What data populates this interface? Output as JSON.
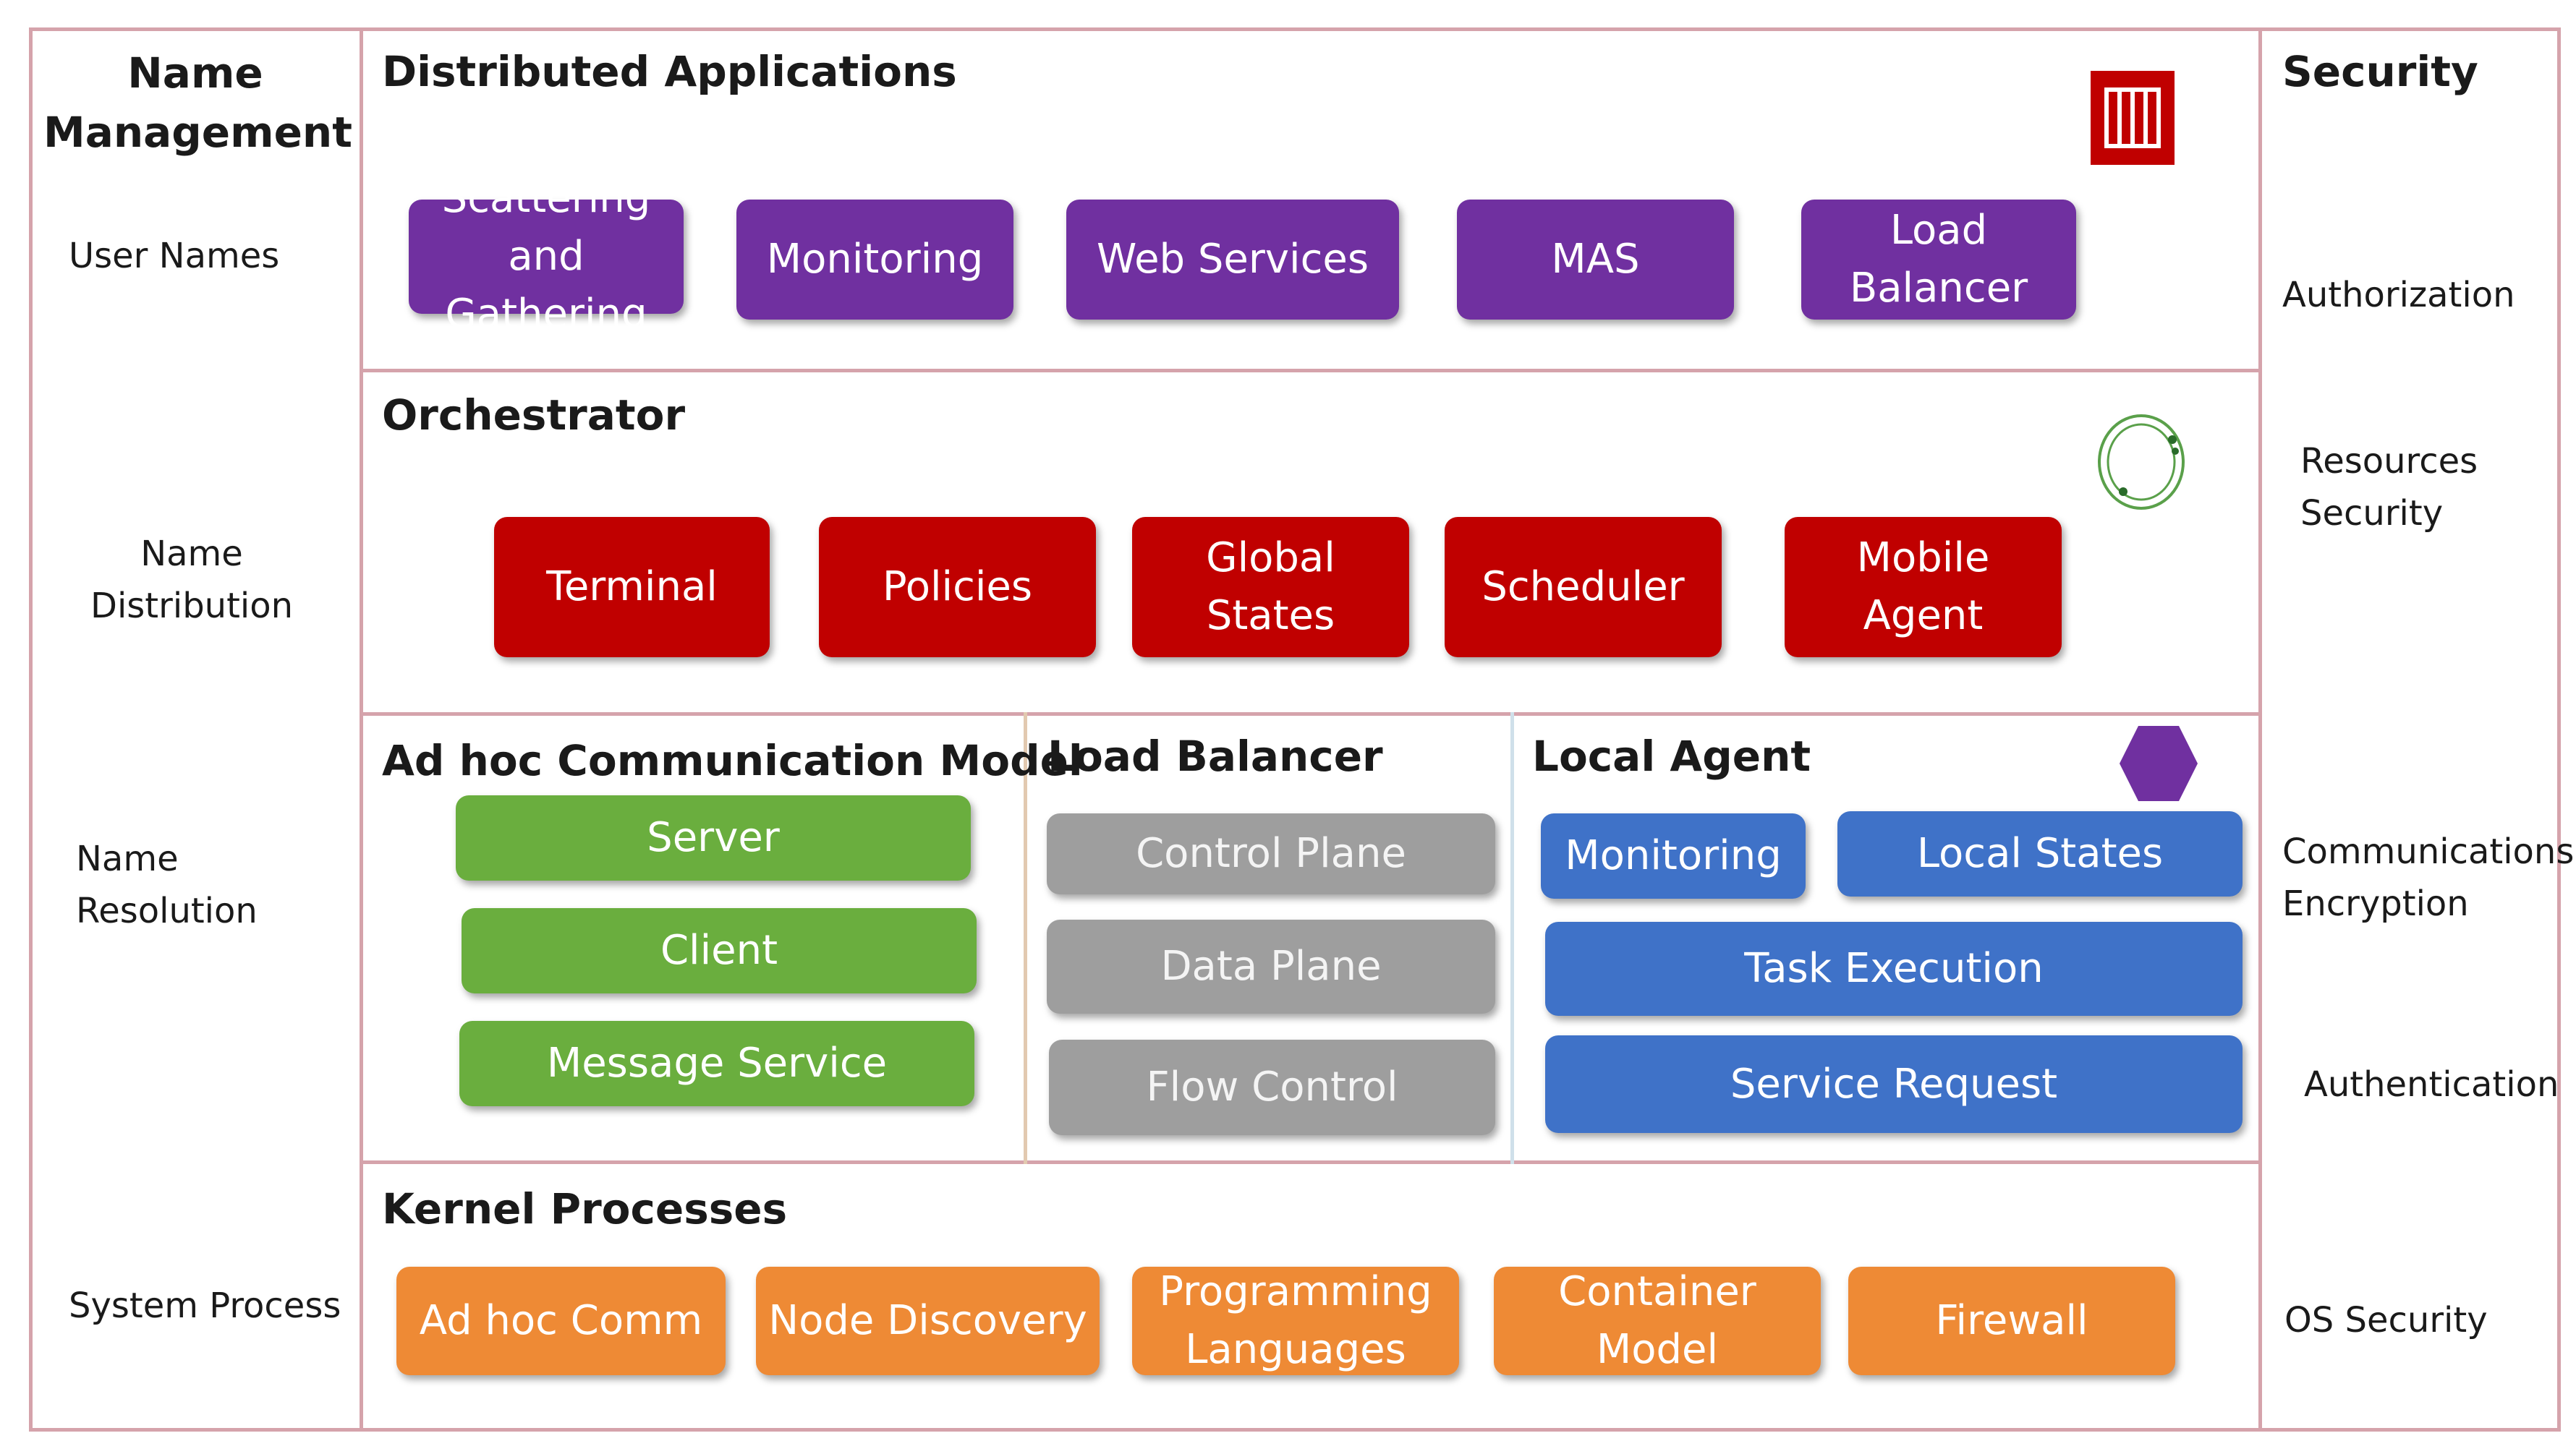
{
  "name_management": {
    "title": "Name\nManagement",
    "items": [
      "User Names",
      "Name\nDistribution",
      "Name\nResolution",
      "System Process"
    ]
  },
  "security": {
    "title": "Security",
    "items": [
      "Authorization",
      "Resources\nSecurity",
      "Communications\nEncryption",
      "Authentication",
      "OS Security"
    ]
  },
  "distributed_applications": {
    "title": "Distributed Applications",
    "icon": "columns-icon",
    "items": [
      "Scattering and\nGathering",
      "Monitoring",
      "Web Services",
      "MAS",
      "Load\nBalancer"
    ],
    "color": "#7030a0"
  },
  "orchestrator": {
    "title": "Orchestrator",
    "icon": "cycle-icon",
    "items": [
      "Terminal",
      "Policies",
      "Global\nStates",
      "Scheduler",
      "Mobile\nAgent"
    ],
    "color": "#c00000"
  },
  "adhoc": {
    "title": "Ad hoc Communication Model",
    "items": [
      "Server",
      "Client",
      "Message Service"
    ],
    "color": "#6aae3e"
  },
  "load_balancer": {
    "title": "Load Balancer",
    "items": [
      "Control Plane",
      "Data Plane",
      "Flow Control"
    ],
    "color": "#9e9e9e"
  },
  "local_agent": {
    "title": "Local Agent",
    "icon": "hexagon-icon",
    "items": [
      "Monitoring",
      "Local States",
      "Task Execution",
      "Service Request"
    ],
    "color": "#3f72c8"
  },
  "kernel": {
    "title": "Kernel Processes",
    "items": [
      "Ad hoc Comm",
      "Node Discovery",
      "Programming\nLanguages",
      "Container\nModel",
      "Firewall"
    ],
    "color": "#ee8a35"
  }
}
